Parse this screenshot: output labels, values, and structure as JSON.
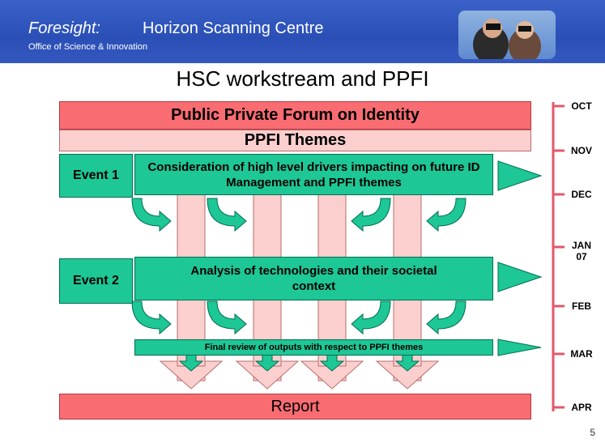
{
  "header": {
    "brand": "Foresight:",
    "centre_name": "Horizon Scanning Centre",
    "office": "Office of Science & Innovation"
  },
  "title": "HSC workstream and PPFI",
  "forum_label": "Public Private Forum on Identity",
  "themes_label": "PPFI Themes",
  "events": [
    {
      "label": "Event 1",
      "description": "Consideration of high level drivers impacting on future ID Management and PPFI themes"
    },
    {
      "label": "Event 2",
      "description": "Analysis of technologies and their societal context"
    }
  ],
  "final_review": "Final review of outputs with respect to PPFI themes",
  "report_label": "Report",
  "timeline": {
    "months": [
      "OCT",
      "NOV",
      "DEC",
      "JAN 07",
      "FEB",
      "MAR",
      "APR"
    ],
    "line_color": "#e05a6a"
  },
  "page_number": "5",
  "colors": {
    "header_blue": "#2a4fb6",
    "forum_red": "#f86c72",
    "themes_pink": "#fbcfce",
    "event_green": "#1ec796"
  }
}
